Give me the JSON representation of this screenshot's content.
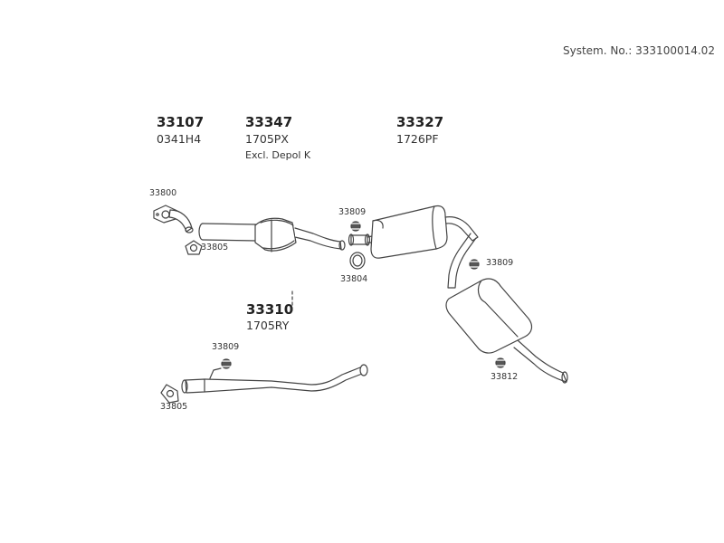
{
  "system_number": "System. No.: 333100014.02",
  "assemblies": [
    {
      "part": "33107",
      "code": "0341H4"
    },
    {
      "part": "33347",
      "code": "1705PX",
      "note": "Excl. Depol K"
    },
    {
      "part": "33327",
      "code": "1726PF"
    },
    {
      "part": "33310",
      "code": "1705RY"
    }
  ],
  "callouts": {
    "gasket_front": "33800",
    "gasket_cat": "33805",
    "clamp_mid": "33809",
    "ring_mid": "33804",
    "clamp_rear": "33809",
    "clamp_tail": "33812",
    "clamp_alt": "33809",
    "gasket_alt": "33805"
  }
}
